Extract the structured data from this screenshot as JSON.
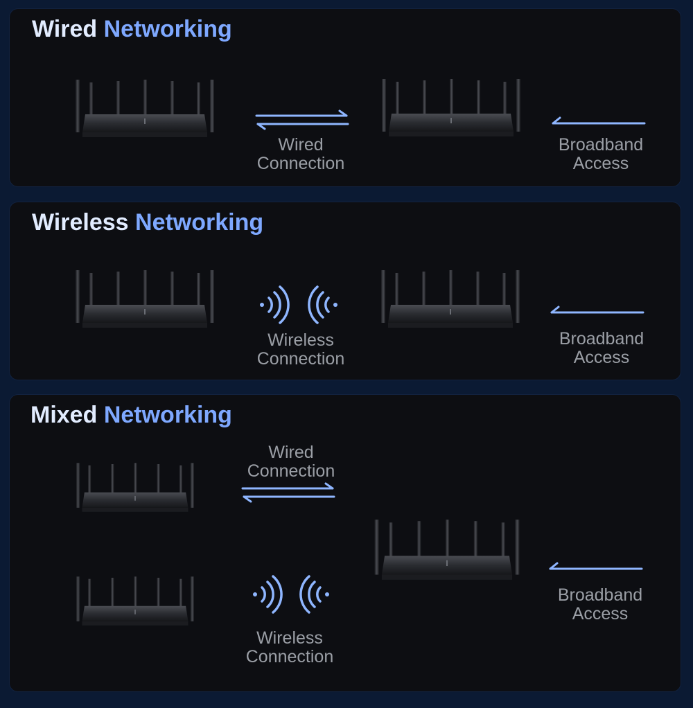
{
  "sections": {
    "wired": {
      "title_part1": "Wired",
      "title_part2": "Networking",
      "link_label_line1": "Wired",
      "link_label_line2": "Connection",
      "broadband_line1": "Broadband",
      "broadband_line2": "Access"
    },
    "wireless": {
      "title_part1": "Wireless",
      "title_part2": "Networking",
      "link_label_line1": "Wireless",
      "link_label_line2": "Connection",
      "broadband_line1": "Broadband",
      "broadband_line2": "Access"
    },
    "mixed": {
      "title_part1": "Mixed",
      "title_part2": "Networking",
      "wired_label_line1": "Wired",
      "wired_label_line2": "Connection",
      "wireless_label_line1": "Wireless",
      "wireless_label_line2": "Connection",
      "broadband_line1": "Broadband",
      "broadband_line2": "Access"
    }
  },
  "colors": {
    "title_primary": "#e2ecff",
    "title_accent": "#7ea8ff",
    "arrow": "#8fb6ff",
    "label_text": "#9b9fa6",
    "panel_bg": "#0d0e12",
    "page_bg": "#0b1a33"
  },
  "icons": {
    "router": "router-icon",
    "double_arrow": "double-arrow-icon",
    "left_arrow": "left-arrow-icon",
    "wifi_right": "wifi-waves-right-icon",
    "wifi_left": "wifi-waves-left-icon"
  }
}
